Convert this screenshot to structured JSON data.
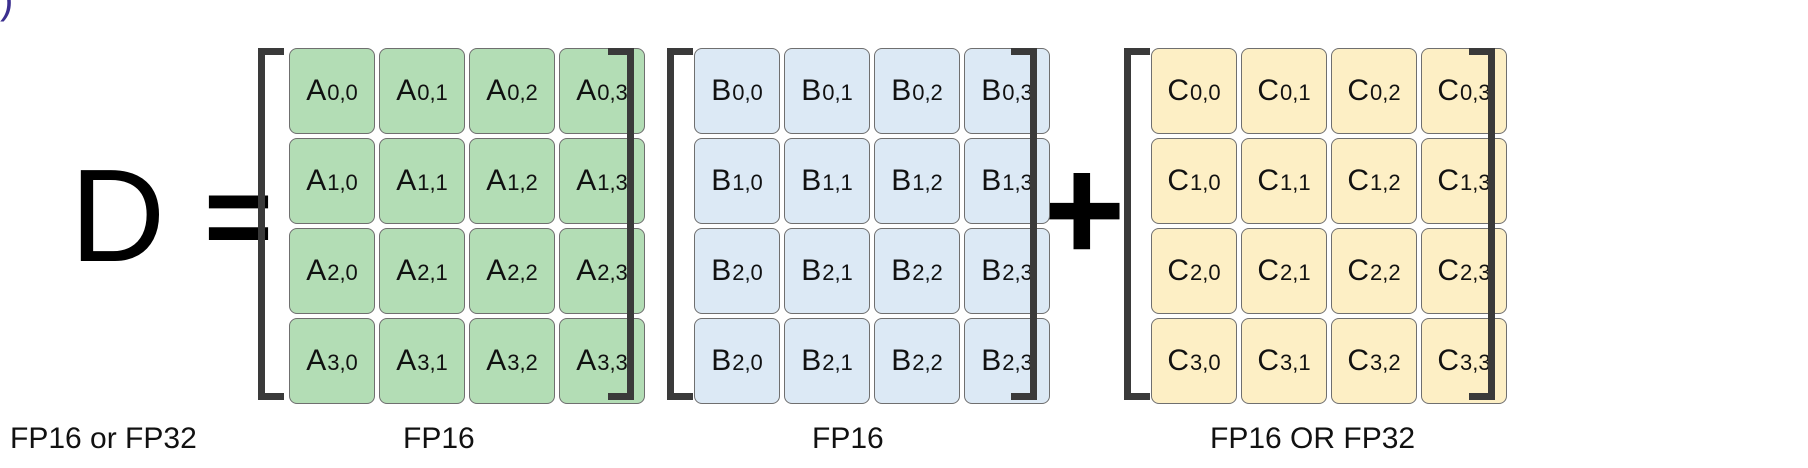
{
  "corner_mark": ")",
  "equation": {
    "lhs": "D",
    "equals": "=",
    "plus": "+"
  },
  "matrices": [
    {
      "id": "A",
      "color": "#b3ddb5",
      "caption": "FP16",
      "rows": [
        [
          {
            "base": "A",
            "sub": "0,0"
          },
          {
            "base": "A",
            "sub": "0,1"
          },
          {
            "base": "A",
            "sub": "0,2"
          },
          {
            "base": "A",
            "sub": "0,3"
          }
        ],
        [
          {
            "base": "A",
            "sub": "1,0"
          },
          {
            "base": "A",
            "sub": "1,1"
          },
          {
            "base": "A",
            "sub": "1,2"
          },
          {
            "base": "A",
            "sub": "1,3"
          }
        ],
        [
          {
            "base": "A",
            "sub": "2,0"
          },
          {
            "base": "A",
            "sub": "2,1"
          },
          {
            "base": "A",
            "sub": "2,2"
          },
          {
            "base": "A",
            "sub": "2,3"
          }
        ],
        [
          {
            "base": "A",
            "sub": "3,0"
          },
          {
            "base": "A",
            "sub": "3,1"
          },
          {
            "base": "A",
            "sub": "3,2"
          },
          {
            "base": "A",
            "sub": "3,3"
          }
        ]
      ]
    },
    {
      "id": "B",
      "color": "#dce9f5",
      "caption": "FP16",
      "rows": [
        [
          {
            "base": "B",
            "sub": "0,0"
          },
          {
            "base": "B",
            "sub": "0,1"
          },
          {
            "base": "B",
            "sub": "0,2"
          },
          {
            "base": "B",
            "sub": "0,3"
          }
        ],
        [
          {
            "base": "B",
            "sub": "1,0"
          },
          {
            "base": "B",
            "sub": "1,1"
          },
          {
            "base": "B",
            "sub": "1,2"
          },
          {
            "base": "B",
            "sub": "1,3"
          }
        ],
        [
          {
            "base": "B",
            "sub": "2,0"
          },
          {
            "base": "B",
            "sub": "2,1"
          },
          {
            "base": "B",
            "sub": "2,2"
          },
          {
            "base": "B",
            "sub": "2,3"
          }
        ],
        [
          {
            "base": "B",
            "sub": "2,0"
          },
          {
            "base": "B",
            "sub": "2,1"
          },
          {
            "base": "B",
            "sub": "2,2"
          },
          {
            "base": "B",
            "sub": "2,3"
          }
        ]
      ]
    },
    {
      "id": "C",
      "color": "#fdefc5",
      "caption": "FP16 OR FP32",
      "rows": [
        [
          {
            "base": "C",
            "sub": "0,0"
          },
          {
            "base": "C",
            "sub": "0,1"
          },
          {
            "base": "C",
            "sub": "0,2"
          },
          {
            "base": "C",
            "sub": "0,3"
          }
        ],
        [
          {
            "base": "C",
            "sub": "1,0"
          },
          {
            "base": "C",
            "sub": "1,1"
          },
          {
            "base": "C",
            "sub": "1,2"
          },
          {
            "base": "C",
            "sub": "1,3"
          }
        ],
        [
          {
            "base": "C",
            "sub": "2,0"
          },
          {
            "base": "C",
            "sub": "2,1"
          },
          {
            "base": "C",
            "sub": "2,2"
          },
          {
            "base": "C",
            "sub": "2,3"
          }
        ],
        [
          {
            "base": "C",
            "sub": "3,0"
          },
          {
            "base": "C",
            "sub": "3,1"
          },
          {
            "base": "C",
            "sub": "3,2"
          },
          {
            "base": "C",
            "sub": "3,3"
          }
        ]
      ]
    }
  ],
  "lhs_caption": "FP16 or FP32"
}
